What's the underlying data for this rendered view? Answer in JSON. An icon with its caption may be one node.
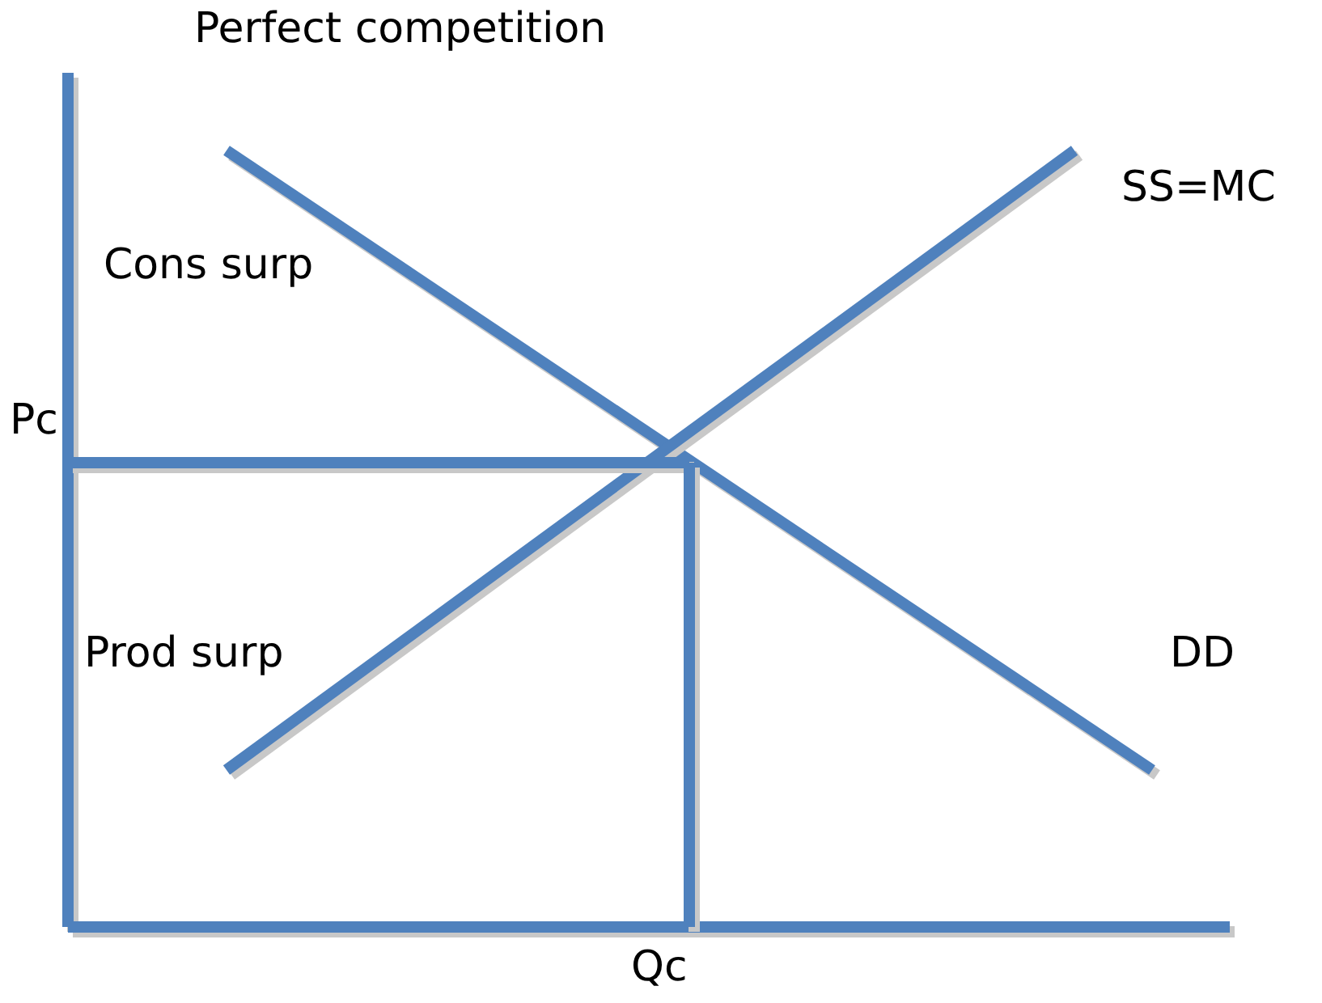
{
  "diagram": {
    "title": "Perfect competition",
    "labels": [
      "SS=MC",
      "Cons surp",
      "Pc",
      "Prod surp",
      "DD",
      "Qc"
    ]
  }
}
